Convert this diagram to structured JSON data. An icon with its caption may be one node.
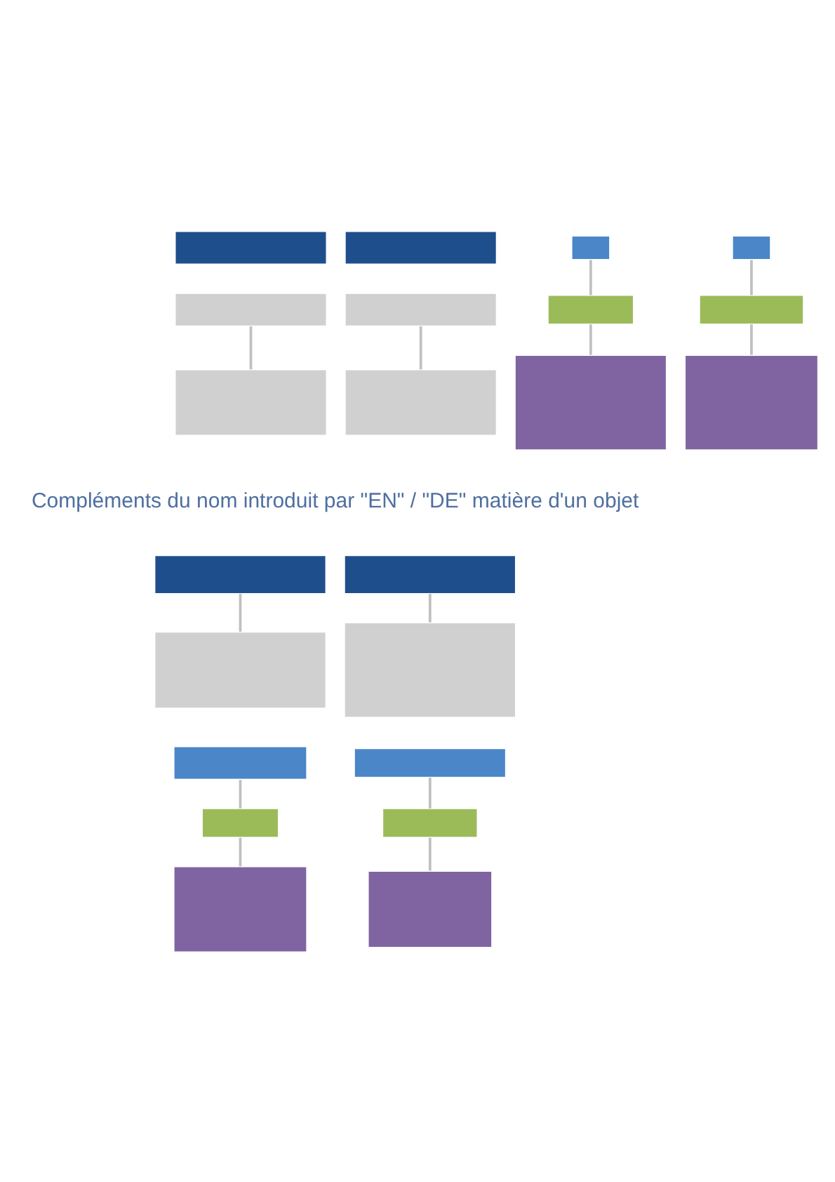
{
  "diagram": {
    "nodes": [
      {
        "text": [],
        "shape": "box"
      },
      {
        "text": [],
        "shape": "box"
      },
      {
        "text": [],
        "shape": "box"
      },
      {
        "text": [],
        "shape": "box"
      },
      {
        "text": [],
        "shape": "box"
      },
      {
        "text": [],
        "shape": "box"
      },
      {
        "text": [],
        "shape": "box"
      },
      {
        "text": [],
        "shape": "box"
      },
      {
        "text": [],
        "shape": "box"
      },
      {
        "text": [],
        "shape": "box"
      },
      {
        "text": [],
        "shape": "box"
      },
      {
        "text": [],
        "shape": "box"
      },
      {
        "text": [],
        "shape": "box"
      },
      {
        "text": [],
        "shape": "box"
      },
      {
        "text": [],
        "shape": "box"
      },
      {
        "text": [],
        "shape": "box"
      },
      {
        "text": [],
        "shape": "box"
      },
      {
        "text": [],
        "shape": "box"
      },
      {
        "text": [],
        "shape": "box"
      },
      {
        "text": [],
        "shape": "box"
      },
      {
        "text": [],
        "shape": "box"
      },
      {
        "text": [],
        "shape": "box"
      }
    ],
    "edges": [
      {
        "from": 2,
        "to": 4,
        "arrow": "none"
      },
      {
        "from": 3,
        "to": 5,
        "arrow": "none"
      },
      {
        "from": 6,
        "to": 7,
        "arrow": "none"
      },
      {
        "from": 7,
        "to": 8,
        "arrow": "none"
      },
      {
        "from": 9,
        "to": 10,
        "arrow": "none"
      },
      {
        "from": 10,
        "to": 11,
        "arrow": "none"
      },
      {
        "from": 12,
        "to": 14,
        "arrow": "none"
      },
      {
        "from": 13,
        "to": 15,
        "arrow": "none"
      },
      {
        "from": 16,
        "to": 17,
        "arrow": "none"
      },
      {
        "from": 17,
        "to": 18,
        "arrow": "none"
      },
      {
        "from": 19,
        "to": 20,
        "arrow": "none"
      },
      {
        "from": 20,
        "to": 21,
        "arrow": "none"
      }
    ],
    "labels": [
      "Compléments du nom introduit par \"EN\" / \"DE\" matière d'un objet"
    ]
  }
}
